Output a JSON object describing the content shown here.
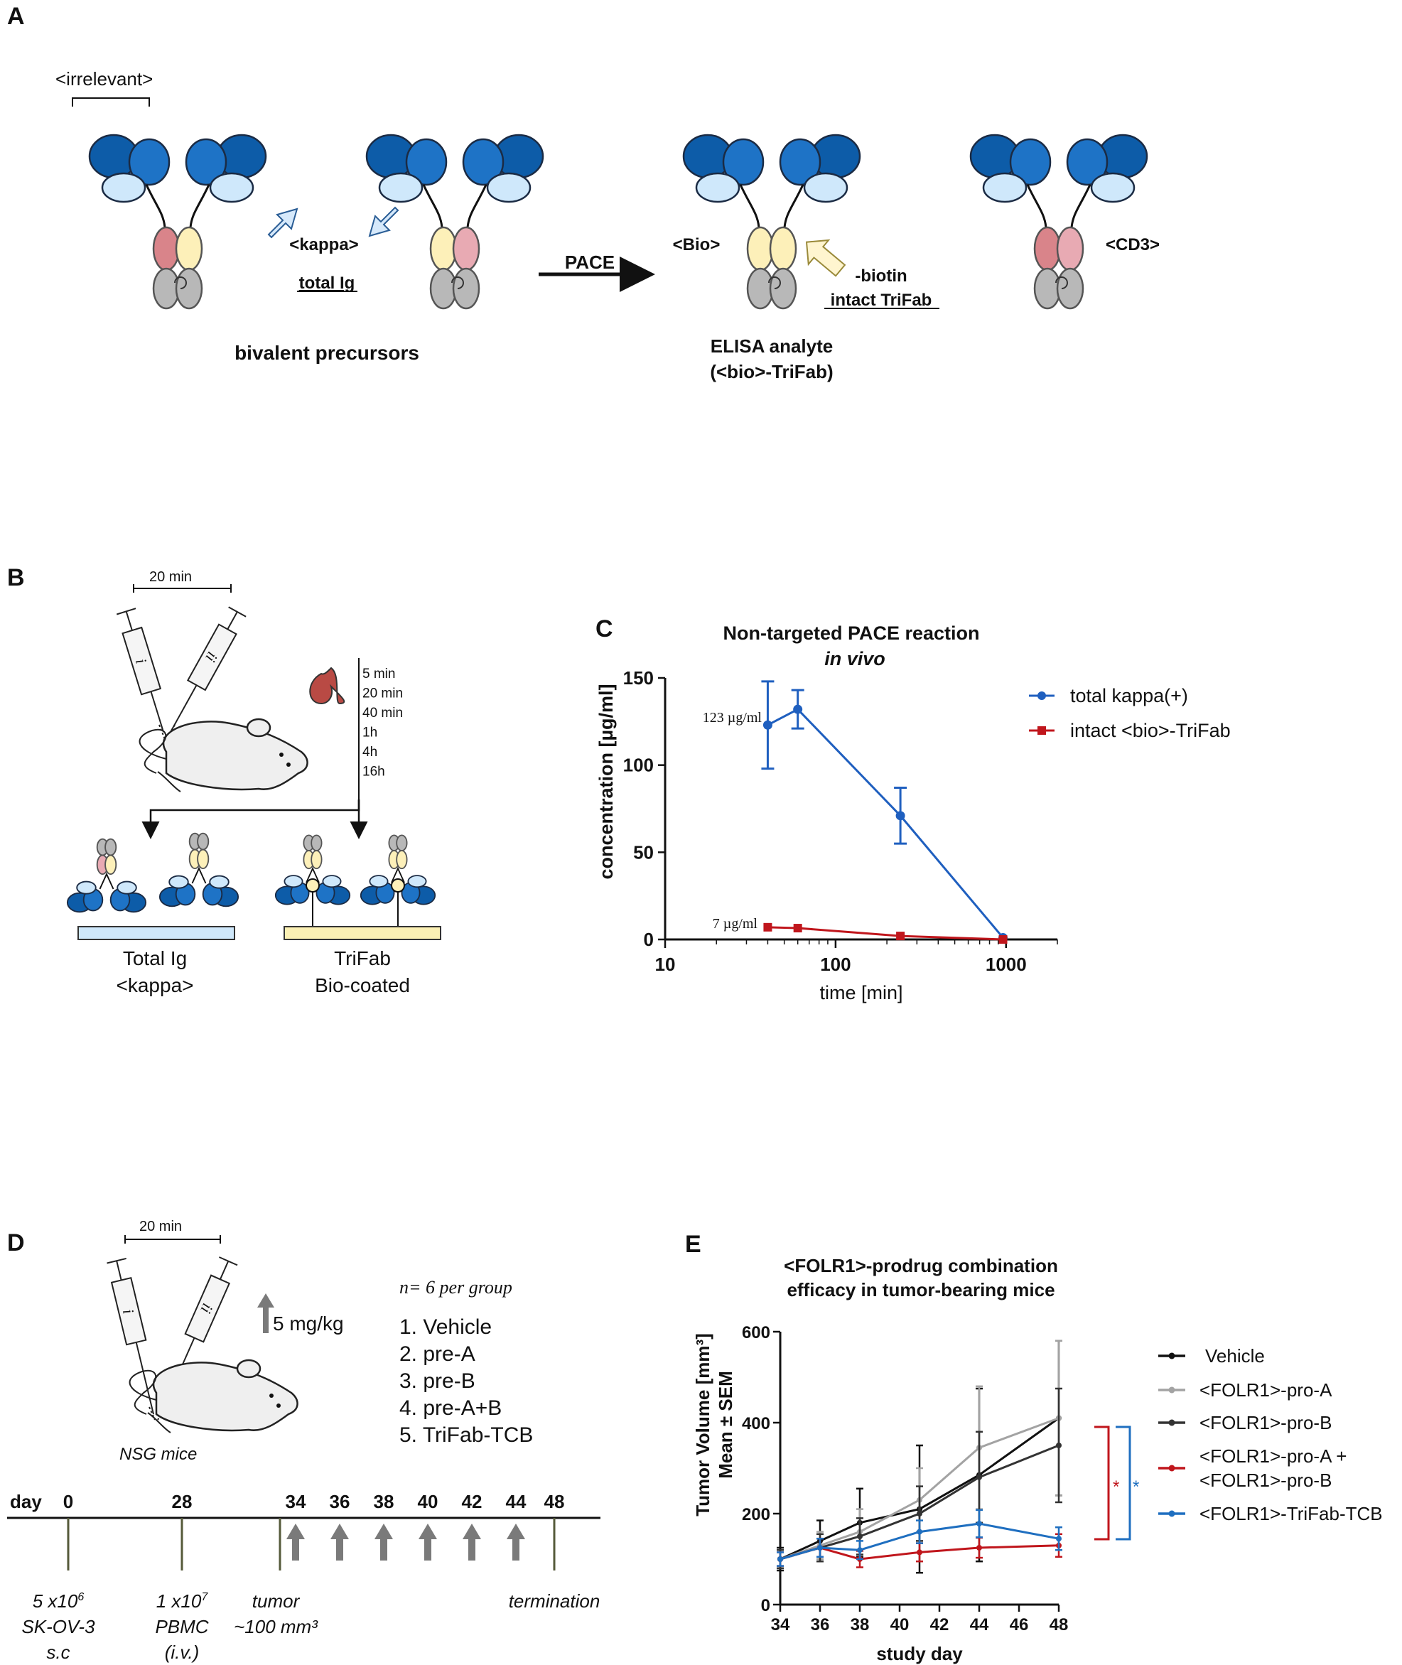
{
  "panels": {
    "A": {
      "letter": "A",
      "irrelevant": "<irrelevant>",
      "kappa": "<kappa>",
      "total_ig": "total Ig",
      "pace": "PACE",
      "bio": "<Bio>",
      "biotin": "-biotin",
      "intact_trifab": "intact TriFab",
      "cd3": "<CD3>",
      "bivalent": "bivalent precursors",
      "elisa_line1": "ELISA analyte",
      "elisa_line2": "(<bio>-TriFab)"
    },
    "B": {
      "letter": "B",
      "interval": "20 min",
      "syringe1": "i",
      "syringe2": "ii",
      "timepoints": [
        "5 min",
        "20 min",
        "40 min",
        "1h",
        "4h",
        "16h"
      ],
      "plate1_line1": "Total Ig",
      "plate1_line2": "<kappa>",
      "plate2_line1": "TriFab",
      "plate2_line2": "Bio-coated"
    },
    "D": {
      "letter": "D",
      "interval": "20 min",
      "syringe1": "i",
      "syringe2": "ii",
      "dose": "5 mg/kg",
      "n_groups": "n= 6 per group",
      "groups": [
        "1. Vehicle",
        "2. pre-A",
        "3. pre-B",
        "4. pre-A+B",
        "5. TriFab-TCB"
      ],
      "mice": "NSG mice",
      "day_label": "day",
      "days": [
        "0",
        "28",
        "34",
        "36",
        "38",
        "40",
        "42",
        "44",
        "48"
      ],
      "note_cells": [
        "5 x10",
        "6",
        "SK-OV-3",
        "s.c"
      ],
      "note_pbmc": [
        "1 x10",
        "7",
        "PBMC",
        "(i.v.)"
      ],
      "note_tumor": [
        "tumor",
        "~100 mm³"
      ],
      "note_end": "termination"
    }
  },
  "chart_data": [
    {
      "panel": "C",
      "type": "line",
      "title": "Non-targeted PACE reaction",
      "subtitle": "in vivo",
      "xlabel": "time [min]",
      "ylabel": "concentration [µg/ml]",
      "xscale": "log",
      "xlim": [
        10,
        2000
      ],
      "ylim": [
        0,
        150
      ],
      "xticks": [
        "10",
        "100",
        "1000"
      ],
      "yticks": [
        "0",
        "50",
        "100",
        "150"
      ],
      "legend_position": "top-right",
      "annotations": [
        "123 µg/ml",
        "7 µg/ml"
      ],
      "series": [
        {
          "name": "total kappa(+)",
          "color": "#1f5fbf",
          "marker": "circle",
          "x": [
            40,
            60,
            240,
            960
          ],
          "y": [
            123,
            132,
            71,
            1
          ],
          "err": [
            25,
            11,
            16,
            0
          ]
        },
        {
          "name": "intact <bio>-TriFab",
          "color": "#c0161c",
          "marker": "square",
          "x": [
            40,
            60,
            240,
            960
          ],
          "y": [
            7,
            6.5,
            2,
            0
          ],
          "err": [
            0,
            0,
            0,
            0
          ]
        }
      ]
    },
    {
      "panel": "E",
      "type": "line",
      "title": "<FOLR1>-prodrug combination",
      "subtitle": "efficacy in tumor-bearing mice",
      "xlabel": "study day",
      "ylabel": "Tumor Volume [mm³]",
      "ylabel2": "Mean ± SEM",
      "xlim": [
        34,
        48
      ],
      "ylim": [
        0,
        600
      ],
      "xticks": [
        "34",
        "36",
        "38",
        "40",
        "42",
        "44",
        "46",
        "48"
      ],
      "yticks": [
        "0",
        "200",
        "400",
        "600"
      ],
      "legend_position": "right",
      "significance": [
        "*",
        "*"
      ],
      "series": [
        {
          "name": "Vehicle",
          "color": "#111111",
          "x": [
            34,
            36,
            38,
            41,
            44,
            48
          ],
          "y": [
            100,
            140,
            180,
            210,
            285,
            410
          ],
          "err": [
            25,
            45,
            75,
            140,
            190,
            170
          ]
        },
        {
          "name": "<FOLR1>-pro-A",
          "color": "#a3a3a3",
          "x": [
            34,
            36,
            38,
            41,
            44,
            48
          ],
          "y": [
            100,
            130,
            160,
            230,
            345,
            410
          ],
          "err": [
            20,
            30,
            50,
            70,
            135,
            170
          ]
        },
        {
          "name": "<FOLR1>-pro-B",
          "color": "#333333",
          "x": [
            34,
            36,
            38,
            41,
            44,
            48
          ],
          "y": [
            100,
            125,
            150,
            200,
            280,
            350
          ],
          "err": [
            20,
            30,
            40,
            60,
            100,
            125
          ]
        },
        {
          "name": "<FOLR1>-pro-A +\n<FOLR1>-pro-B",
          "legend_lines": [
            "<FOLR1>-pro-A +",
            "<FOLR1>-pro-B"
          ],
          "color": "#c0161c",
          "x": [
            34,
            36,
            38,
            41,
            44,
            48
          ],
          "y": [
            100,
            125,
            100,
            115,
            125,
            130
          ],
          "err": [
            15,
            20,
            18,
            20,
            22,
            25
          ]
        },
        {
          "name": "<FOLR1>-TriFab-TCB",
          "color": "#1f6fc0",
          "x": [
            34,
            36,
            38,
            41,
            44,
            48
          ],
          "y": [
            100,
            125,
            120,
            160,
            178,
            145
          ],
          "err": [
            15,
            20,
            20,
            25,
            30,
            25
          ]
        }
      ]
    }
  ]
}
